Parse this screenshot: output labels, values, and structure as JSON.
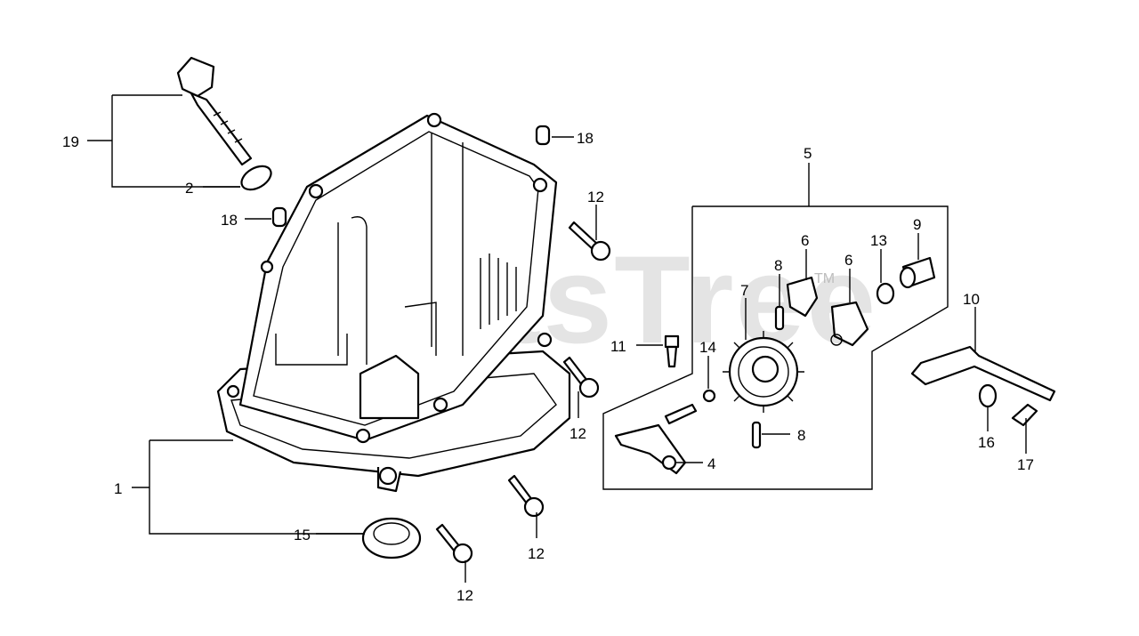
{
  "watermark": {
    "text": "PartsTree",
    "trademark": "TM"
  },
  "callouts": {
    "c1": "1",
    "c2": "2",
    "c4": "4",
    "c5": "5",
    "c6a": "6",
    "c6b": "6",
    "c7": "7",
    "c8a": "8",
    "c8b": "8",
    "c9": "9",
    "c10": "10",
    "c11": "11",
    "c12a": "12",
    "c12b": "12",
    "c12c": "12",
    "c12d": "12",
    "c13": "13",
    "c14": "14",
    "c15": "15",
    "c16": "16",
    "c17": "17",
    "c18a": "18",
    "c18b": "18",
    "c19": "19"
  }
}
